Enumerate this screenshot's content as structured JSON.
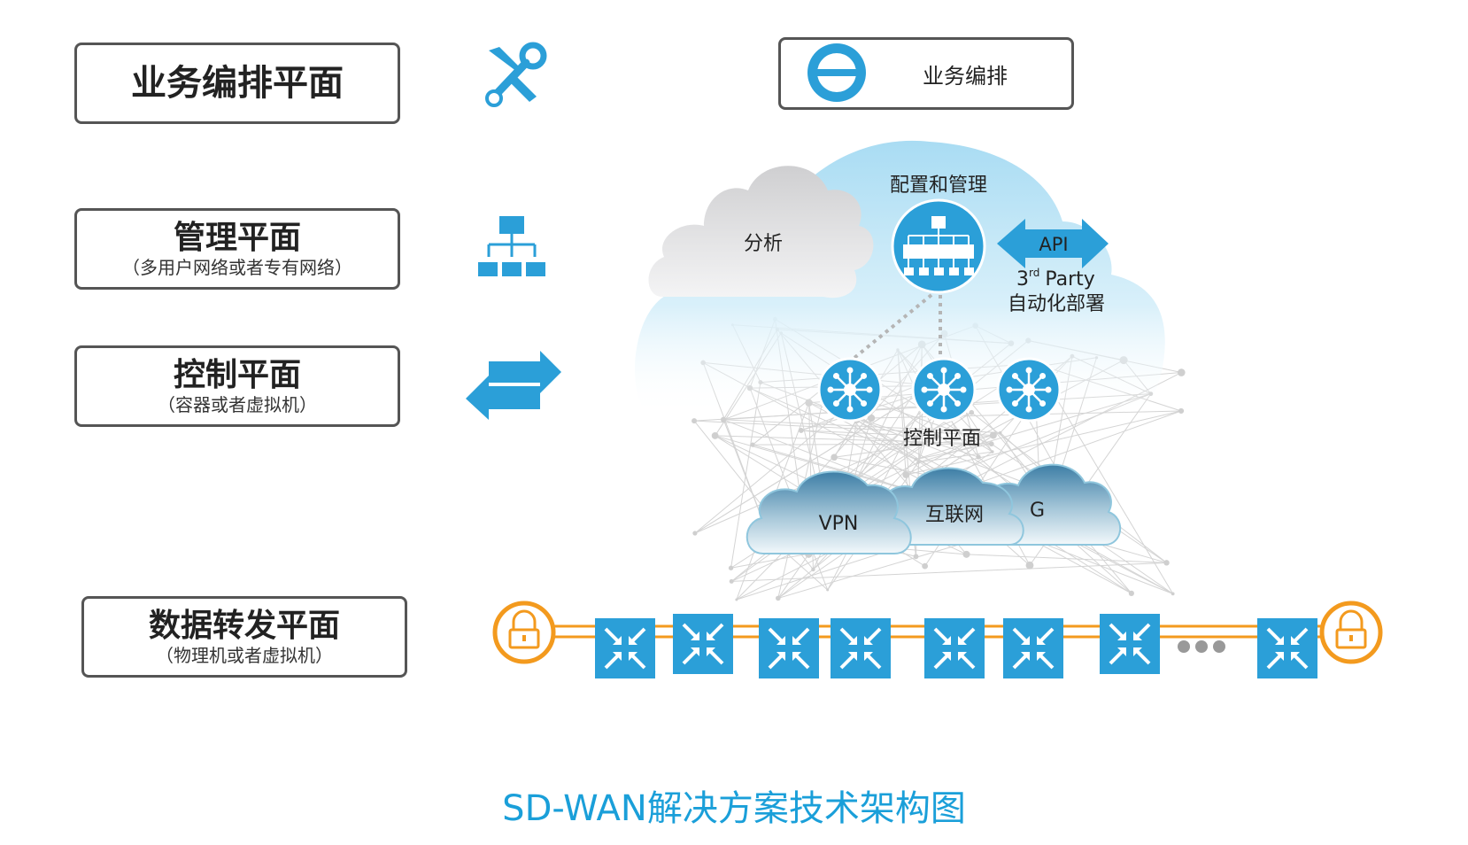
{
  "planes": [
    {
      "id": "orchestration",
      "title": "业务编排平面",
      "subtitle": ""
    },
    {
      "id": "management",
      "title": "管理平面",
      "subtitle": "（多用户网络或者专有网络）"
    },
    {
      "id": "control",
      "title": "控制平面",
      "subtitle": "（容器或者虚拟机）"
    },
    {
      "id": "data",
      "title": "数据转发平面",
      "subtitle": "（物理机或者虚拟机）"
    }
  ],
  "icons": {
    "orchestration": "tools-icon",
    "management": "hierarchy-icon",
    "control": "exchange-arrows-icon"
  },
  "diagram": {
    "orchestration_label": "业务编排",
    "config_label": "配置和管理",
    "analysis_label": "分析",
    "api_label": "API",
    "third_party_num": "3",
    "third_party_sup": "rd",
    "third_party_word": "Party",
    "automation_label": "自动化部署",
    "control_label": "控制平面",
    "vpn_label": "VPN",
    "internet_label": "互联网",
    "back_cloud_label": "G"
  },
  "caption": "SD-WAN解决方案技术架构图",
  "colors": {
    "accent": "#2b9fd8",
    "lock": "#f39a1e",
    "border": "#555555",
    "caption": "#1a9fd9"
  }
}
